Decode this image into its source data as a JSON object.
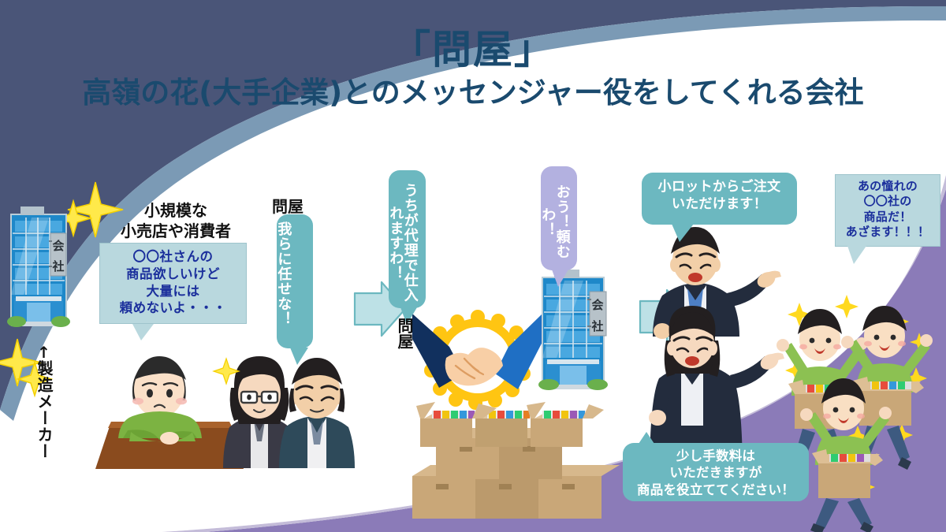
{
  "slide": {
    "title_main": "「問屋」",
    "title_sub": "高嶺の花(大手企業)とのメッセンジャー役をしてくれる会社",
    "title_color": "#1a4a6e",
    "background": "#ffffff",
    "accent_navy": "#4a5578",
    "accent_steel": "#7b9ab5",
    "accent_purple": "#8b7bb8",
    "accent_lavender": "#c4bcd9"
  },
  "labels": {
    "consumer_group": "小規模な\n小売店や消費者",
    "wholesaler_top": "問屋",
    "wholesaler_middle": "問屋",
    "maker_arrow": "↑",
    "maker": "製造メーカー",
    "building_sign": "会社"
  },
  "bubbles": {
    "consumer": {
      "text": "〇〇社さんの\n商品欲しいけど\n大量には\n頼めないよ・・・",
      "fill": "#b9d8de",
      "text_color": "#1b2f9c",
      "style": "rect",
      "orientation": "horizontal"
    },
    "wholesaler_reply": {
      "text": "我らに任せな！",
      "fill": "#6cb8c0",
      "text_color": "#ffffff",
      "style": "rounded",
      "orientation": "vertical"
    },
    "agent": {
      "text": "うちが代理で仕入れますわ！",
      "fill": "#6cb8c0",
      "text_color": "#ffffff",
      "style": "rounded",
      "orientation": "vertical"
    },
    "maker_ok": {
      "text": "おう！頼むわ！",
      "fill": "#b3b1e0",
      "text_color": "#ffffff",
      "style": "rounded",
      "orientation": "vertical"
    },
    "small_lot": {
      "text": "小ロットからご注文\nいただけます！",
      "fill": "#6cb8c0",
      "text_color": "#ffffff",
      "style": "rounded",
      "orientation": "horizontal"
    },
    "admire": {
      "text": "あの憧れの\n〇〇社の\n商品だ！\nあざます！！！",
      "fill": "#b9d8de",
      "text_color": "#1b2f9c",
      "style": "rect",
      "orientation": "horizontal"
    },
    "fee": {
      "text": "少し手数料は\nいただきますが\n商品を役立ててください！",
      "fill": "#6cb8c0",
      "text_color": "#ffffff",
      "style": "rounded",
      "orientation": "horizontal"
    }
  },
  "illustrations": {
    "office_building_left": "office-building-icon",
    "office_building_right": "office-building-icon",
    "handshake": "handshake-icon",
    "boxes_stack": "cardboard-boxes-icon",
    "worried_customer": "worried-person-icon",
    "wholesaler_woman": "businesswoman-icon",
    "wholesaler_man": "businessman-icon",
    "pointing_man": "pointing-businessman-icon",
    "pointing_woman": "pointing-businesswoman-icon",
    "happy_people": "cheering-people-icon",
    "sparkles": "sparkle-icon",
    "arrow_left": "right-arrow-icon",
    "arrow_right": "right-arrow-icon"
  }
}
